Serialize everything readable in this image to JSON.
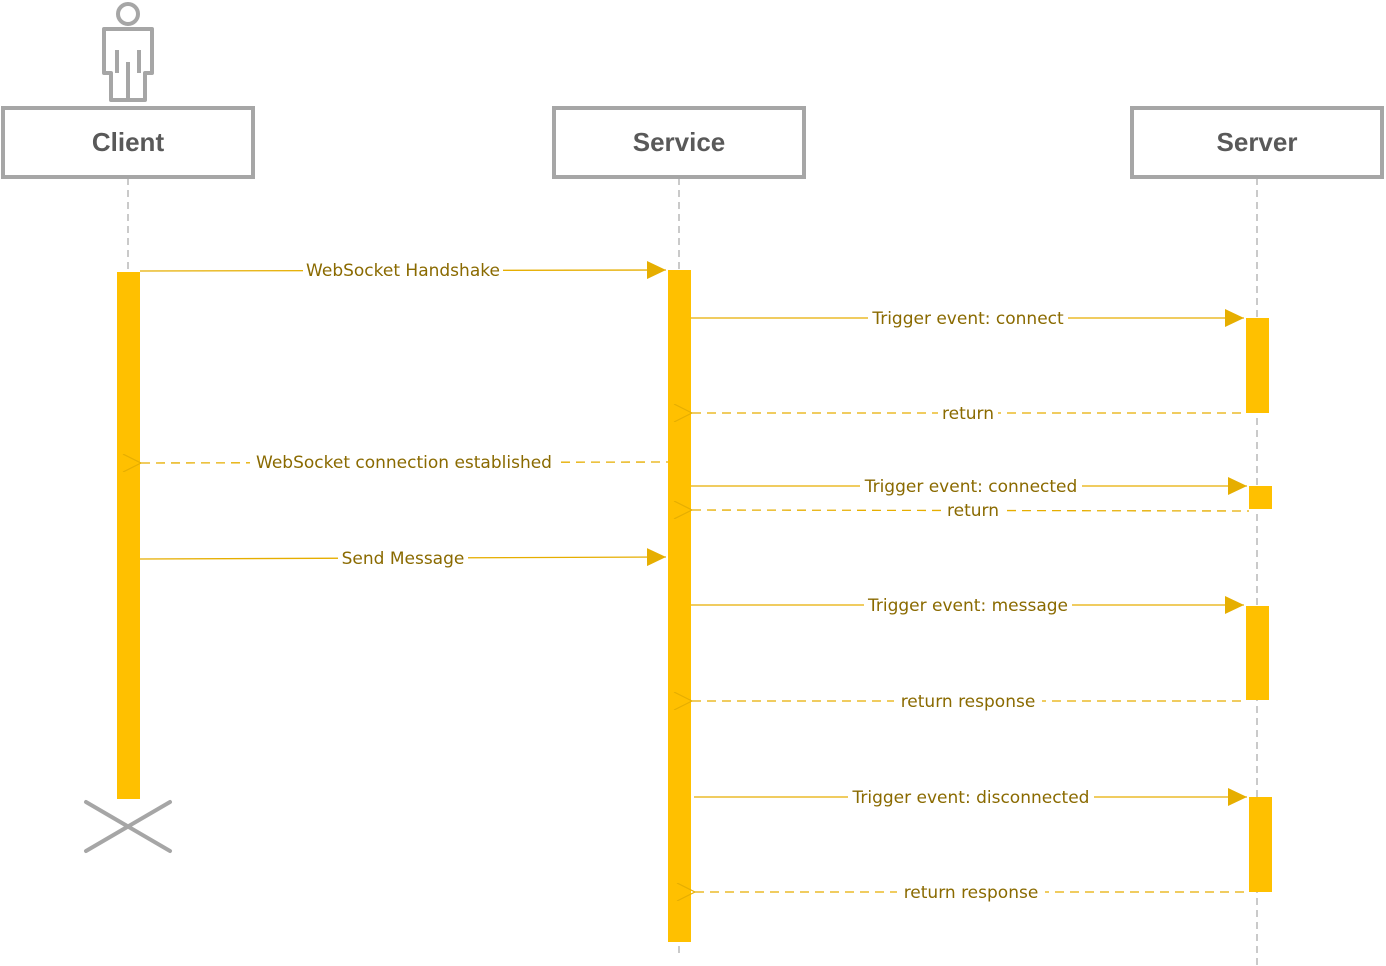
{
  "participants": [
    {
      "id": "client",
      "label": "Client",
      "actor": true
    },
    {
      "id": "service",
      "label": "Service"
    },
    {
      "id": "server",
      "label": "Server"
    }
  ],
  "messages": [
    {
      "from": "client",
      "to": "service",
      "label": "WebSocket Handshake",
      "kind": "call"
    },
    {
      "from": "service",
      "to": "server",
      "label": "Trigger event: connect",
      "kind": "call"
    },
    {
      "from": "server",
      "to": "service",
      "label": "return",
      "kind": "return"
    },
    {
      "from": "service",
      "to": "client",
      "label": "WebSocket connection established",
      "kind": "return"
    },
    {
      "from": "service",
      "to": "server",
      "label": "Trigger event: connected",
      "kind": "call"
    },
    {
      "from": "server",
      "to": "service",
      "label": "return",
      "kind": "return"
    },
    {
      "from": "client",
      "to": "service",
      "label": "Send Message",
      "kind": "call"
    },
    {
      "from": "service",
      "to": "server",
      "label": "Trigger event: message",
      "kind": "call"
    },
    {
      "from": "server",
      "to": "service",
      "label": "return response",
      "kind": "return"
    },
    {
      "from": "service",
      "to": "server",
      "label": "Trigger event: disconnected",
      "kind": "call"
    },
    {
      "from": "server",
      "to": "service",
      "label": "return response",
      "kind": "return"
    }
  ],
  "colors": {
    "activation": "#FFC000",
    "message_line": "#E6AE00",
    "message_text": "#8A6A00",
    "participant_border": "#A6A6A6",
    "participant_text": "#595959",
    "lifeline": "#A6A6A6",
    "destroy_mark": "#A6A6A6"
  }
}
